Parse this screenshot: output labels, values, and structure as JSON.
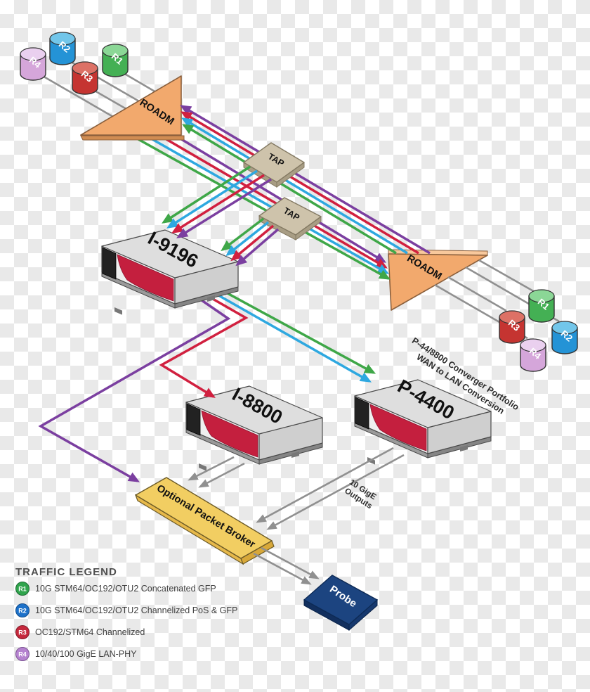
{
  "diagram": {
    "roadm_left": {
      "label": "ROADM"
    },
    "roadm_right": {
      "label": "ROADM"
    },
    "tap1": {
      "label": "TAP"
    },
    "tap2": {
      "label": "TAP"
    },
    "devices": {
      "i9196": {
        "label": "I-9196"
      },
      "i8800": {
        "label": "I-8800"
      },
      "p4400": {
        "label": "P-4400"
      }
    },
    "broker": {
      "label": "Optional Packet Broker"
    },
    "probe": {
      "label": "Probe"
    },
    "rings_left": [
      {
        "id": "R4"
      },
      {
        "id": "R2"
      },
      {
        "id": "R3"
      },
      {
        "id": "R1"
      }
    ],
    "rings_right": [
      {
        "id": "R1"
      },
      {
        "id": "R3"
      },
      {
        "id": "R2"
      },
      {
        "id": "R4"
      }
    ],
    "annotations": {
      "converger_line1": "P-44/8800 Converger Portfolio",
      "converger_line2": "WAN to LAN Conversion",
      "outputs_line1": "10 GigE",
      "outputs_line2": "Outputs"
    }
  },
  "legend": {
    "title": "TRAFFIC LEGEND",
    "items": [
      {
        "id": "R1",
        "color": "#2fa44c",
        "label": "10G STM64/OC192/OTU2 Concatenated GFP"
      },
      {
        "id": "R2",
        "color": "#1d71c9",
        "label": "10G STM64/OC192/OTU2 Channelized PoS & GFP"
      },
      {
        "id": "R3",
        "color": "#c5283c",
        "label": "OC192/STM64 Channelized"
      },
      {
        "id": "R4",
        "color": "#b583cf",
        "label": "10/40/100 GigE LAN-PHY"
      }
    ]
  },
  "colors": {
    "traffic_r1_green": "#3fa748",
    "traffic_r2_blue": "#2ea8e0",
    "traffic_r3_red": "#d1203f",
    "traffic_r4_purple": "#7b3fa0",
    "roadm_orange": "#f2a96d",
    "tap_tan": "#cec3ab",
    "broker_yellow": "#f2ce62",
    "probe_navy": "#1c4480",
    "chassis_red": "#c41f3e",
    "link_gray": "#909090"
  }
}
